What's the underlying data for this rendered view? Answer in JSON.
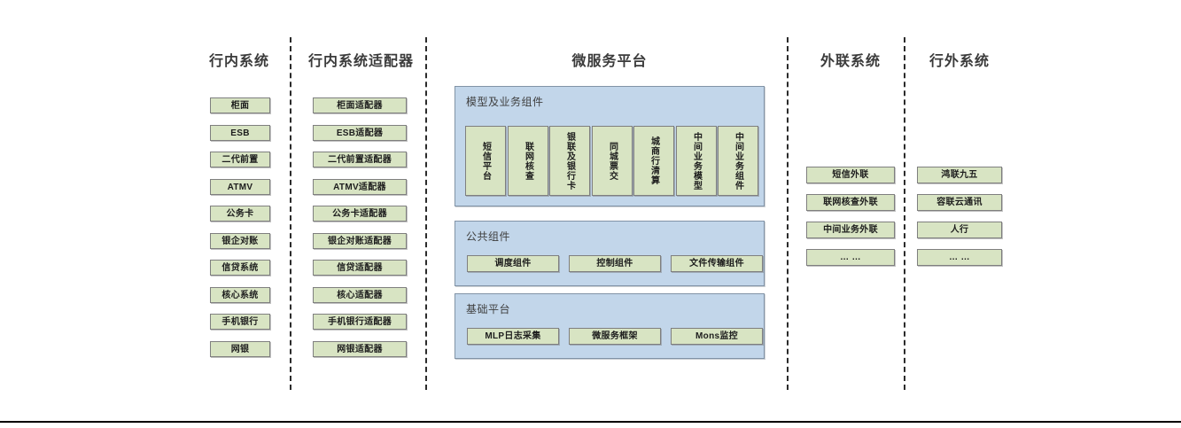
{
  "diagram": {
    "title_row": [
      {
        "id": "col-inbank",
        "label": "行内系统"
      },
      {
        "id": "col-inbank-adapter",
        "label": "行内系统适配器"
      },
      {
        "id": "col-microservice",
        "label": "微服务平台"
      },
      {
        "id": "col-external-link",
        "label": "外联系统"
      },
      {
        "id": "col-outbank",
        "label": "行外系统"
      }
    ],
    "columns": {
      "inbank_systems": [
        "柜面",
        "ESB",
        "二代前置",
        "ATMV",
        "公务卡",
        "银企对账",
        "信贷系统",
        "核心系统",
        "手机银行",
        "网银"
      ],
      "inbank_adapters": [
        "柜面适配器",
        "ESB适配器",
        "二代前置适配器",
        "ATMV适配器",
        "公务卡适配器",
        "银企对账适配器",
        "信贷适配器",
        "核心适配器",
        "手机银行适配器",
        "网银适配器"
      ],
      "external_link_systems": [
        "短信外联",
        "联网核查外联",
        "中间业务外联",
        "… …"
      ],
      "outbank_systems": [
        "鸿联九五",
        "容联云通讯",
        "人行",
        "… …"
      ]
    },
    "microservice_platform": {
      "panels": [
        {
          "id": "model-business-components",
          "title": "模型及业务组件",
          "orientation": "vertical",
          "items": [
            "短信平台",
            "联网核查",
            "银联及银行卡",
            "同城票交",
            "城商行清算",
            "中间业务模型",
            "中间业务组件"
          ]
        },
        {
          "id": "public-components",
          "title": "公共组件",
          "orientation": "horizontal",
          "items": [
            "调度组件",
            "控制组件",
            "文件传输组件"
          ]
        },
        {
          "id": "base-platform",
          "title": "基础平台",
          "orientation": "horizontal",
          "items": [
            "MLP日志采集",
            "微服务框架",
            "Mons监控"
          ]
        }
      ]
    },
    "colors": {
      "node_fill": "#d8e4c3",
      "node_border": "#7f7f7f",
      "panel_fill": "#c2d6ea",
      "panel_border": "#8193a6",
      "header_text": "#3b3b3b",
      "separator": "#2b2b2b",
      "background": "#ffffff"
    }
  }
}
